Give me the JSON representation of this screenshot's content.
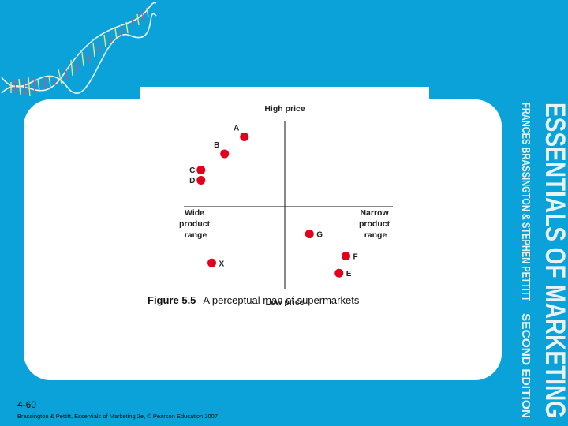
{
  "figure": {
    "axes": {
      "top": "High price",
      "bottom": "Low price",
      "left": [
        "Wide",
        "product",
        "range"
      ],
      "right": [
        "Narrow",
        "product",
        "range"
      ]
    },
    "points": [
      {
        "label": "A",
        "x": -0.41,
        "y": 0.82
      },
      {
        "label": "B",
        "x": -0.61,
        "y": 0.62
      },
      {
        "label": "C",
        "x": -0.85,
        "y": 0.43
      },
      {
        "label": "D",
        "x": -0.85,
        "y": 0.31
      },
      {
        "label": "G",
        "x": 0.25,
        "y": -0.32
      },
      {
        "label": "F",
        "x": 0.62,
        "y": -0.58
      },
      {
        "label": "E",
        "x": 0.55,
        "y": -0.78
      },
      {
        "label": "X",
        "x": -0.74,
        "y": -0.66
      }
    ],
    "point_color": "#e3001b",
    "caption_number": "Figure 5.5",
    "caption_text": "A perceptual map of supermarkets"
  },
  "book_title": {
    "main": "ESSENTIALS OF MARKETING",
    "authors": "FRANCES BRASSINGTON & STEPHEN PETTITT",
    "edition": "SECOND EDITION"
  },
  "slide": {
    "number": "4-60",
    "footer": "Brassington & Pettitt, Essentials of Marketing 2e, © Pearson Education 2007"
  },
  "colors": {
    "background": "#0aa2d8",
    "card": "#ffffff"
  }
}
